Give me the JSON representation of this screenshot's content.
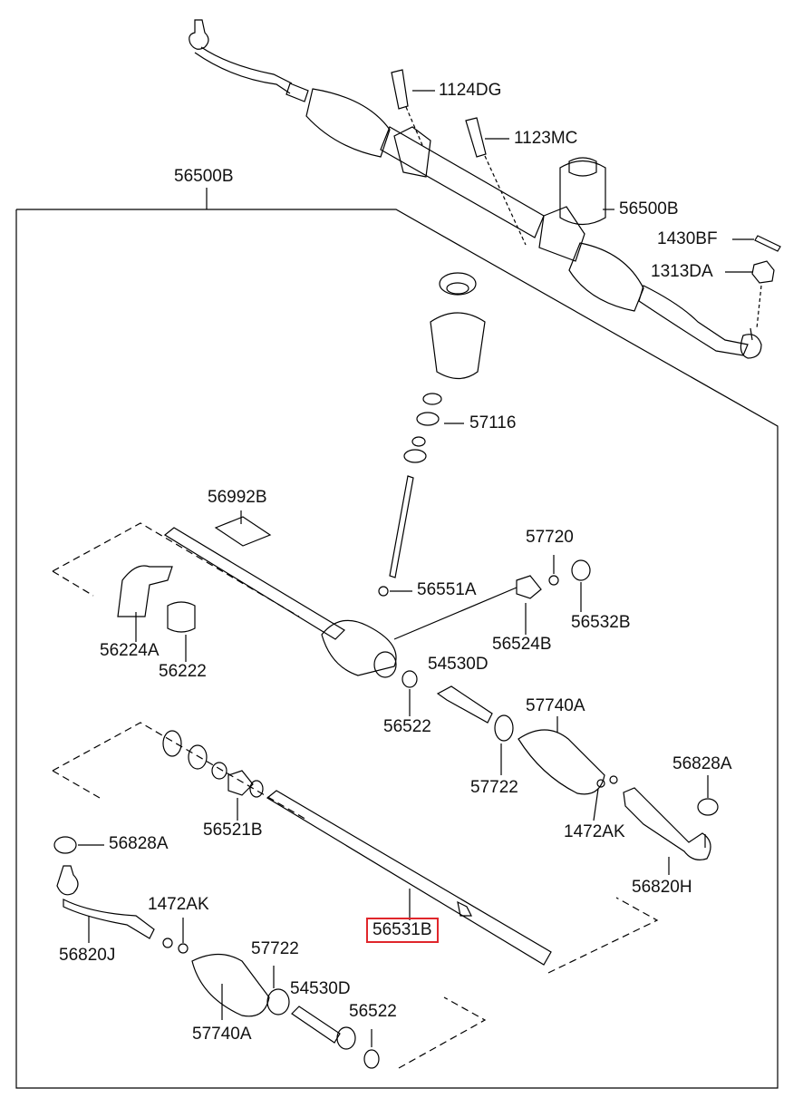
{
  "diagram": {
    "highlight_color": "#e0262b",
    "line_color": "#000000",
    "labels": {
      "l1124DG": "1124DG",
      "l1123MC": "1123MC",
      "l56500B_frame": "56500B",
      "l56500B_assy": "56500B",
      "l1430BF": "1430BF",
      "l1313DA": "1313DA",
      "l57116": "57116",
      "l56992B": "56992B",
      "l57720": "57720",
      "l56551A": "56551A",
      "l56532B": "56532B",
      "l56524B": "56524B",
      "l56224A": "56224A",
      "l56222": "56222",
      "l54530D_a": "54530D",
      "l57740A_a": "57740A",
      "l56522_a": "56522",
      "l56828A_a": "56828A",
      "l57722_a": "57722",
      "l56521B": "56521B",
      "l1472AK_a": "1472AK",
      "l56828A_b": "56828A",
      "l56820H": "56820H",
      "l1472AK_b": "1472AK",
      "l56531B": "56531B",
      "l56820J": "56820J",
      "l57722_b": "57722",
      "l54530D_b": "54530D",
      "l56522_b": "56522",
      "l57740A_b": "57740A"
    },
    "highlighted_part": "56531B"
  }
}
